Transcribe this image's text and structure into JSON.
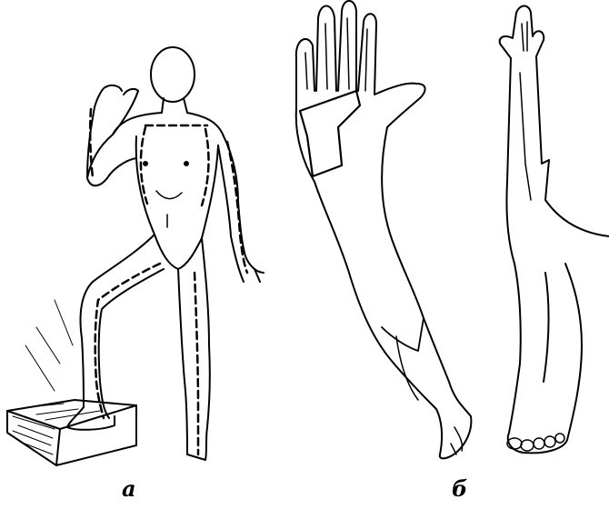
{
  "figure": {
    "panels": [
      {
        "id": "a",
        "caption": "а"
      },
      {
        "id": "b",
        "caption": "б"
      }
    ],
    "colors": {
      "ink": "#000000",
      "background": "#ffffff"
    }
  }
}
